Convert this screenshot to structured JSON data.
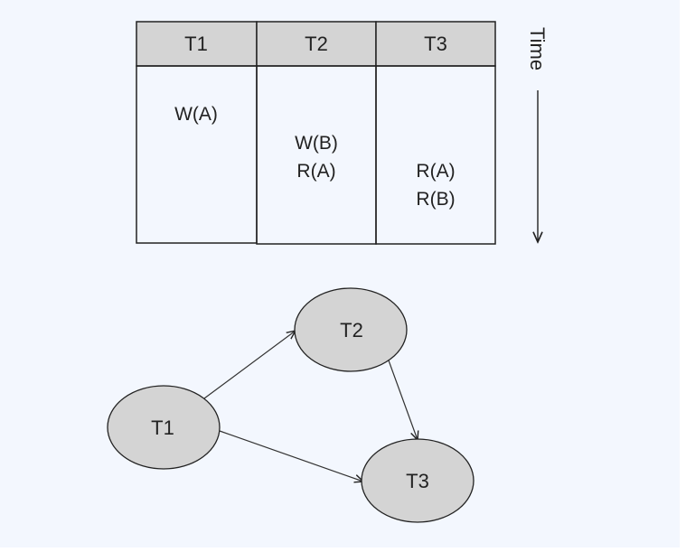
{
  "schedule_table": {
    "columns": [
      {
        "header": "T1",
        "operations": [
          "W(A)"
        ]
      },
      {
        "header": "T2",
        "operations": [
          "W(B)",
          "R(A)"
        ]
      },
      {
        "header": "T3",
        "operations": [
          "R(A)",
          "R(B)"
        ]
      }
    ],
    "time_label": "Time"
  },
  "graph": {
    "nodes": [
      {
        "id": "T1",
        "label": "T1"
      },
      {
        "id": "T2",
        "label": "T2"
      },
      {
        "id": "T3",
        "label": "T3"
      }
    ],
    "edges": [
      {
        "from": "T1",
        "to": "T2"
      },
      {
        "from": "T2",
        "to": "T3"
      },
      {
        "from": "T1",
        "to": "T3"
      }
    ]
  },
  "colors": {
    "background": "#f3f7fe",
    "header_fill": "#d4d4d4",
    "node_fill": "#d4d4d4",
    "stroke": "#222222"
  }
}
